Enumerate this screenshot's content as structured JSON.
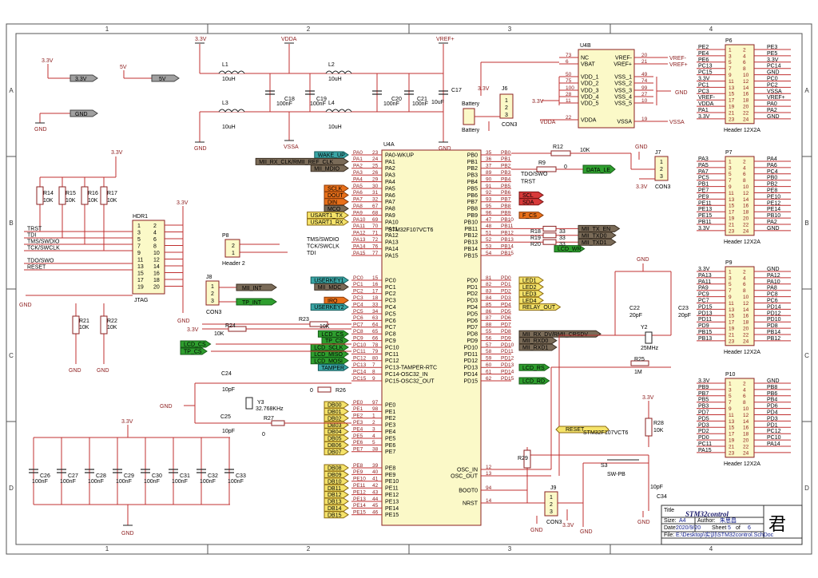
{
  "frame": {
    "col_labels": [
      "1",
      "2",
      "3",
      "4"
    ],
    "row_labels": [
      "A",
      "B",
      "C",
      "D"
    ]
  },
  "power": {
    "rails": [
      "3.3V",
      "VDDA",
      "VREF+",
      "5V",
      "GND",
      "VSSA"
    ],
    "inductors": [
      {
        "ref": "L1",
        "value": "10uH"
      },
      {
        "ref": "L2",
        "value": "10uH"
      },
      {
        "ref": "L3",
        "value": "10uH"
      },
      {
        "ref": "L4",
        "value": "10uH"
      }
    ],
    "caps": [
      {
        "ref": "C18",
        "value": "100nF"
      },
      {
        "ref": "C19",
        "value": "100nF"
      },
      {
        "ref": "C20",
        "value": "100nF"
      },
      {
        "ref": "C21",
        "value": "100nF"
      },
      {
        "ref": "C17",
        "value": "10uF"
      }
    ],
    "labels": [
      "3.3V",
      "5V",
      "GND"
    ]
  },
  "jtag": {
    "ref": "HDR1",
    "name": "JTAG",
    "resistors": [
      {
        "ref": "R14",
        "value": "10K"
      },
      {
        "ref": "R15",
        "value": "10K"
      },
      {
        "ref": "R16",
        "value": "10K"
      },
      {
        "ref": "R17",
        "value": "10K"
      },
      {
        "ref": "R21",
        "value": "10K"
      },
      {
        "ref": "R22",
        "value": "10K"
      }
    ],
    "signals": [
      "TRST",
      "TDI",
      "TMS/SWDIO",
      "TCK/SWCLK",
      "TDO/SWO",
      "RESET"
    ],
    "pins_left": [
      "1",
      "3",
      "5",
      "7",
      "9",
      "11",
      "13",
      "15",
      "17",
      "19"
    ],
    "pins_right": [
      "2",
      "4",
      "6",
      "8",
      "10",
      "12",
      "14",
      "16",
      "18",
      "20"
    ]
  },
  "mcu_left": {
    "title": "U4A",
    "chip": "STM32F107VCT6",
    "pins": [
      {
        "num": "23",
        "name": "PA0-WKUP",
        "net": "PA0",
        "label": "WAKE_UP"
      },
      {
        "num": "24",
        "name": "PA1",
        "net": "PA1",
        "label": "MII_RX_CLK/RMII_REF_CLK"
      },
      {
        "num": "25",
        "name": "PA2",
        "net": "PA2",
        "label": "MII_MDIO"
      },
      {
        "num": "26",
        "name": "PA3",
        "net": "PA3",
        "label": ""
      },
      {
        "num": "29",
        "name": "PA4",
        "net": "PA4",
        "label": ""
      },
      {
        "num": "30",
        "name": "PA5",
        "net": "PA5",
        "label": "SCLK"
      },
      {
        "num": "31",
        "name": "PA6",
        "net": "PA6",
        "label": "DOUT"
      },
      {
        "num": "32",
        "name": "PA7",
        "net": "PA7",
        "label": "DIN"
      },
      {
        "num": "67",
        "name": "PA8",
        "net": "PA8",
        "label": "MCO"
      },
      {
        "num": "68",
        "name": "PA9",
        "net": "PA9",
        "label": "USART1_TX"
      },
      {
        "num": "69",
        "name": "PA10",
        "net": "PA10",
        "label": "USART1_RX"
      },
      {
        "num": "70",
        "name": "PA11",
        "net": "PA11",
        "label": ""
      },
      {
        "num": "71",
        "name": "PA12",
        "net": "PA12",
        "label": ""
      },
      {
        "num": "72",
        "name": "PA13",
        "net": "PA13",
        "label": "TMS/SWDIO"
      },
      {
        "num": "76",
        "name": "PA14",
        "net": "PA14",
        "label": "TCK/SWCLK"
      },
      {
        "num": "77",
        "name": "PA15",
        "net": "PA15",
        "label": "TDI"
      },
      {
        "num": "15",
        "name": "PC0",
        "net": "PC0",
        "label": "USERKEY1"
      },
      {
        "num": "16",
        "name": "PC1",
        "net": "PC1",
        "label": "MII_MDC"
      },
      {
        "num": "17",
        "name": "PC2",
        "net": "PC2",
        "label": ""
      },
      {
        "num": "18",
        "name": "PC3",
        "net": "PC3",
        "label": "IRQ"
      },
      {
        "num": "33",
        "name": "PC4",
        "net": "PC4",
        "label": "USERKEY2"
      },
      {
        "num": "34",
        "name": "PC5",
        "net": "PC5",
        "label": ""
      },
      {
        "num": "63",
        "name": "PC6",
        "net": "PC6",
        "label": ""
      },
      {
        "num": "64",
        "name": "PC7",
        "net": "PC7",
        "label": ""
      },
      {
        "num": "65",
        "name": "PC8",
        "net": "PC8",
        "label": "LCD_CS"
      },
      {
        "num": "66",
        "name": "PC9",
        "net": "PC9",
        "label": "TP_CS"
      },
      {
        "num": "78",
        "name": "PC10",
        "net": "PC10",
        "label": "LCD_SCLK"
      },
      {
        "num": "79",
        "name": "PC11",
        "net": "PC11",
        "label": "LCD_MISO"
      },
      {
        "num": "80",
        "name": "PC12",
        "net": "PC12",
        "label": "LCD_MOSI"
      },
      {
        "num": "7",
        "name": "PC13-TAMPER-RTC",
        "net": "PC13",
        "label": "TAMPER"
      },
      {
        "num": "8",
        "name": "PC14-OSC32_IN",
        "net": "PC14",
        "label": ""
      },
      {
        "num": "9",
        "name": "PC15-OSC32_OUT",
        "net": "PC15",
        "label": ""
      },
      {
        "num": "97",
        "name": "PE0",
        "net": "PE0",
        "label": "DB00"
      },
      {
        "num": "98",
        "name": "PE1",
        "net": "PE1",
        "label": "DB01"
      },
      {
        "num": "1",
        "name": "PE2",
        "net": "PE2",
        "label": "DB02"
      },
      {
        "num": "2",
        "name": "PE3",
        "net": "PE3",
        "label": "DB03"
      },
      {
        "num": "3",
        "name": "PE4",
        "net": "PE4",
        "label": "DB04"
      },
      {
        "num": "4",
        "name": "PE5",
        "net": "PE5",
        "label": "DB05"
      },
      {
        "num": "5",
        "name": "PE6",
        "net": "PE6",
        "label": "DB06"
      },
      {
        "num": "38",
        "name": "PE7",
        "net": "PE7",
        "label": "DB07"
      },
      {
        "num": "39",
        "name": "PE8",
        "net": "PE8",
        "label": "DB08"
      },
      {
        "num": "40",
        "name": "PE9",
        "net": "PE9",
        "label": "DB09"
      },
      {
        "num": "41",
        "name": "PE10",
        "net": "PE10",
        "label": "DB10"
      },
      {
        "num": "42",
        "name": "PE11",
        "net": "PE11",
        "label": "DB11"
      },
      {
        "num": "43",
        "name": "PE12",
        "net": "PE12",
        "label": "DB12"
      },
      {
        "num": "44",
        "name": "PE13",
        "net": "PE13",
        "label": "DB13"
      },
      {
        "num": "45",
        "name": "PE14",
        "net": "PE14",
        "label": "DB14"
      },
      {
        "num": "46",
        "name": "PE15",
        "net": "PE15",
        "label": "DB15"
      }
    ]
  },
  "mcu_right": {
    "pins": [
      {
        "num": "35",
        "name": "PB0",
        "net": "PB0",
        "label": ""
      },
      {
        "num": "36",
        "name": "PB1",
        "net": "PB1",
        "label": ""
      },
      {
        "num": "37",
        "name": "PB2",
        "net": "PB2",
        "label": ""
      },
      {
        "num": "89",
        "name": "PB3",
        "net": "PB3",
        "label": ""
      },
      {
        "num": "90",
        "name": "PB4",
        "net": "PB4",
        "label": "TRST"
      },
      {
        "num": "91",
        "name": "PB5",
        "net": "PB5",
        "label": ""
      },
      {
        "num": "92",
        "name": "PB6",
        "net": "PB6",
        "label": "SCL"
      },
      {
        "num": "93",
        "name": "PB7",
        "net": "PB7",
        "label": "SDA"
      },
      {
        "num": "95",
        "name": "PB8",
        "net": "PB8",
        "label": ""
      },
      {
        "num": "96",
        "name": "PB9",
        "net": "PB9",
        "label": "F_CS"
      },
      {
        "num": "47",
        "name": "PB10",
        "net": "PB10",
        "label": ""
      },
      {
        "num": "48",
        "name": "PB11",
        "net": "PB11",
        "label": "MII_TX_EN"
      },
      {
        "num": "51",
        "name": "PB12",
        "net": "PB12",
        "label": "MII_TXD0"
      },
      {
        "num": "52",
        "name": "PB13",
        "net": "PB13",
        "label": "MII_TXD1"
      },
      {
        "num": "53",
        "name": "PB14",
        "net": "PB14",
        "label": "LCD_WR"
      },
      {
        "num": "54",
        "name": "PB15",
        "net": "PB15",
        "label": ""
      },
      {
        "num": "81",
        "name": "PD0",
        "net": "PD0",
        "label": "LED1"
      },
      {
        "num": "82",
        "name": "PD1",
        "net": "PD1",
        "label": "LED2"
      },
      {
        "num": "83",
        "name": "PD2",
        "net": "PD2",
        "label": "LED3"
      },
      {
        "num": "84",
        "name": "PD3",
        "net": "PD3",
        "label": "LED4"
      },
      {
        "num": "85",
        "name": "PD4",
        "net": "PD4",
        "label": "RELAY_OUT"
      },
      {
        "num": "86",
        "name": "PD5",
        "net": "PD5",
        "label": ""
      },
      {
        "num": "87",
        "name": "PD6",
        "net": "PD6",
        "label": ""
      },
      {
        "num": "88",
        "name": "PD7",
        "net": "PD7",
        "label": ""
      },
      {
        "num": "55",
        "name": "PD8",
        "net": "PD8",
        "label": "MII_RX_DV/RMII_CRSDV"
      },
      {
        "num": "56",
        "name": "PD9",
        "net": "PD9",
        "label": "MII_RXD0"
      },
      {
        "num": "57",
        "name": "PD10",
        "net": "PD10",
        "label": "MII_RXD1"
      },
      {
        "num": "58",
        "name": "PD11",
        "net": "PD11",
        "label": ""
      },
      {
        "num": "59",
        "name": "PD12",
        "net": "PD12",
        "label": ""
      },
      {
        "num": "60",
        "name": "PD13",
        "net": "PD13",
        "label": "LCD_RS"
      },
      {
        "num": "61",
        "name": "PD14",
        "net": "PD14",
        "label": ""
      },
      {
        "num": "62",
        "name": "PD15",
        "net": "PD15",
        "label": "LCD_RD"
      }
    ],
    "extra": [
      {
        "num": "12",
        "name": "OSC_IN"
      },
      {
        "num": "13",
        "name": "OSC_OUT"
      },
      {
        "num": "94",
        "name": "BOOT0"
      },
      {
        "num": "14",
        "name": "NRST"
      }
    ]
  },
  "u4b": {
    "title": "U4B",
    "left": [
      {
        "num": "73",
        "name": "NC"
      },
      {
        "num": "6",
        "name": "VBAT"
      },
      {
        "num": "50",
        "name": "VDD_1"
      },
      {
        "num": "75",
        "name": "VDD_2"
      },
      {
        "num": "100",
        "name": "VDD_3"
      },
      {
        "num": "28",
        "name": "VDD_4"
      },
      {
        "num": "11",
        "name": "VDD_5"
      },
      {
        "num": "22",
        "name": "VDDA"
      }
    ],
    "right": [
      {
        "num": "20",
        "name": "VREF-"
      },
      {
        "num": "21",
        "name": "VREF+"
      },
      {
        "num": "49",
        "name": "VSS_1"
      },
      {
        "num": "74",
        "name": "VSS_2"
      },
      {
        "num": "99",
        "name": "VSS_3"
      },
      {
        "num": "27",
        "name": "VSS_4"
      },
      {
        "num": "10",
        "name": "VSS_5"
      },
      {
        "num": "19",
        "name": "VSSA"
      }
    ]
  },
  "connectors": {
    "j6": {
      "ref": "J6",
      "name": "CON3"
    },
    "j7": {
      "ref": "J7",
      "name": "CON3"
    },
    "j8": {
      "ref": "J8",
      "name": "CON3"
    },
    "j9": {
      "ref": "J9",
      "name": "CON3"
    },
    "p8": {
      "ref": "P8",
      "name": "Header 2"
    },
    "battery": "Battery"
  },
  "headers": [
    {
      "ref": "P6",
      "name": "Header 12X2A",
      "left": [
        "PE2",
        "PE4",
        "PE6",
        "PC13",
        "PC15",
        "3.3V",
        "PC1",
        "PC3",
        "VREF-",
        "VDDA",
        "PA1",
        "3.3V"
      ],
      "right": [
        "PE3",
        "PE5",
        "3.3V",
        "PC14",
        "GND",
        "PC0",
        "PC2",
        "VSSA",
        "VREF+",
        "PA0",
        "PA2",
        "GND"
      ]
    },
    {
      "ref": "P7",
      "name": "Header 12X2A",
      "left": [
        "PA3",
        "PA5",
        "PA7",
        "PC5",
        "PB1",
        "PE7",
        "PE9",
        "PE11",
        "PE13",
        "PE15",
        "PB11",
        "3.3V"
      ],
      "right": [
        "PA4",
        "PA6",
        "PC4",
        "PB0",
        "PB2",
        "PE8",
        "PE10",
        "PE12",
        "PE14",
        "PB10",
        "PA2",
        "GND"
      ]
    },
    {
      "ref": "P9",
      "name": "Header 12X2A",
      "left": [
        "3.3V",
        "PA13",
        "PA11",
        "PA9",
        "PC9",
        "PC7",
        "PD15",
        "PD13",
        "PD11",
        "PD9",
        "PB15",
        "PB13"
      ],
      "right": [
        "GND",
        "PA12",
        "PA10",
        "PA8",
        "PC8",
        "PC6",
        "PD14",
        "PD12",
        "PD10",
        "PD8",
        "PB14",
        "PB12"
      ]
    },
    {
      "ref": "P10",
      "name": "Header 12X2A",
      "left": [
        "3.3V",
        "PB9",
        "PB7",
        "PB5",
        "PB3",
        "PD7",
        "PD5",
        "PD3",
        "PD2",
        "PD0",
        "PC11",
        "PA15"
      ],
      "right": [
        "GND",
        "PB8",
        "PB6",
        "PB4",
        "PD6",
        "PD4",
        "PD3",
        "PD1",
        "PC12",
        "PC10",
        "PA14"
      ]
    }
  ],
  "misc": {
    "r12": {
      "ref": "R12",
      "value": "10K"
    },
    "r9": {
      "ref": "R9",
      "value": "0"
    },
    "r18": {
      "ref": "R18",
      "value": "33"
    },
    "r19": {
      "ref": "R19",
      "value": "33"
    },
    "r20": {
      "ref": "R20",
      "value": "33"
    },
    "r23": {
      "ref": "R23",
      "value": "10K"
    },
    "r24": {
      "ref": "R24",
      "value": "10K"
    },
    "r25": {
      "ref": "R25",
      "value": "1M"
    },
    "r26": {
      "ref": "R26",
      "value": "0"
    },
    "r27": {
      "ref": "R27",
      "value": "0"
    },
    "r28": {
      "ref": "R28",
      "value": "10K"
    },
    "r29": {
      "ref": "R29",
      "value": ""
    },
    "c22": {
      "ref": "C22",
      "value": "20pF"
    },
    "c23": {
      "ref": "C23",
      "value": "20pF"
    },
    "c24": {
      "ref": "C24",
      "value": "10pF"
    },
    "c25": {
      "ref": "C25",
      "value": "10pF"
    },
    "c34": {
      "ref": "C34",
      "value": "10pF"
    },
    "y2": {
      "ref": "Y2",
      "value": "25MHz"
    },
    "y3": {
      "ref": "Y3",
      "value": "32.768KHz"
    },
    "s3": {
      "ref": "S3",
      "value": "SW-PB"
    },
    "tdo_label": "TDO/SWO",
    "data_le": "DATA_LE",
    "mii_int": "MII_INT",
    "tp_int": "TP_INT",
    "reset_label": "RESET",
    "chip_under_reset": "STM32F107VCT6"
  },
  "decoupling": {
    "caps": [
      {
        "ref": "C26",
        "value": "100nF"
      },
      {
        "ref": "C27",
        "value": "100nF"
      },
      {
        "ref": "C28",
        "value": "100nF"
      },
      {
        "ref": "C29",
        "value": "100nF"
      },
      {
        "ref": "C30",
        "value": "100nF"
      },
      {
        "ref": "C31",
        "value": "100nF"
      },
      {
        "ref": "C32",
        "value": "100nF"
      },
      {
        "ref": "C33",
        "value": "100nF"
      }
    ]
  },
  "titleblock": {
    "title_label": "Title",
    "title": "STM32control",
    "size_label": "Size:",
    "size": "A4",
    "author_label": "Author:",
    "author": "朱思昌",
    "date_label": "Date:",
    "date": "2020/9/20",
    "sheet_label": "Sheet",
    "sheet": "5",
    "of_label": "of",
    "total": "6",
    "file_label": "File:",
    "file": "E:\\Desktop\\实训\\STM32control.SchDoc",
    "logo": "君"
  }
}
